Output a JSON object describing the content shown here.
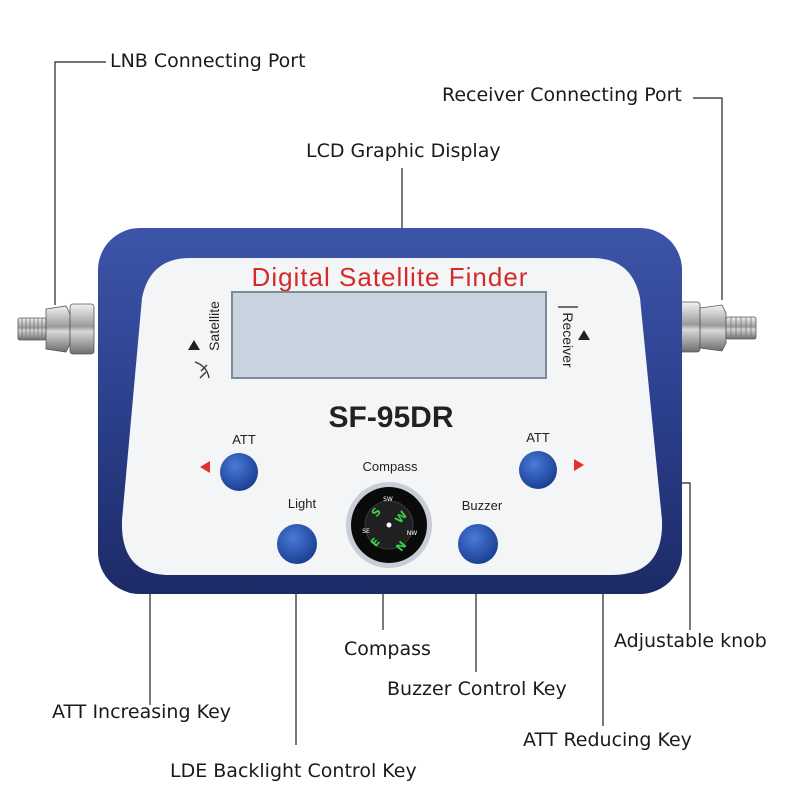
{
  "device": {
    "header": "Digital Satellite Finder",
    "model": "SF-95DR",
    "satellite_label": "Satellite",
    "receiver_label": "Receiver",
    "att_left_label": "ATT",
    "att_right_label": "ATT",
    "compass_label": "Compass",
    "light_label": "Light",
    "buzzer_label": "Buzzer",
    "compass_dial": {
      "n": "N",
      "e": "E",
      "s": "S",
      "w": "W",
      "sw": "SW",
      "nw": "NW",
      "se": "SE"
    }
  },
  "callouts": {
    "lnb_port": "LNB Connecting Port",
    "receiver_port": "Receiver Connecting Port",
    "lcd": "LCD Graphic Display",
    "compass": "Compass",
    "adjustable_knob": "Adjustable knob",
    "buzzer_key": "Buzzer Control Key",
    "att_increasing": "ATT Increasing Key",
    "att_reducing": "ATT Reducing Key",
    "backlight_key": "LDE Backlight Control Key"
  },
  "colors": {
    "body_blue": "#2b3f8c",
    "body_dark": "#1c2a66",
    "button_blue": "#1f4fb0",
    "header_red": "#d42a2a",
    "lcd": "#c9d4e0",
    "arrow_red": "#e03030",
    "line": "#222222"
  }
}
